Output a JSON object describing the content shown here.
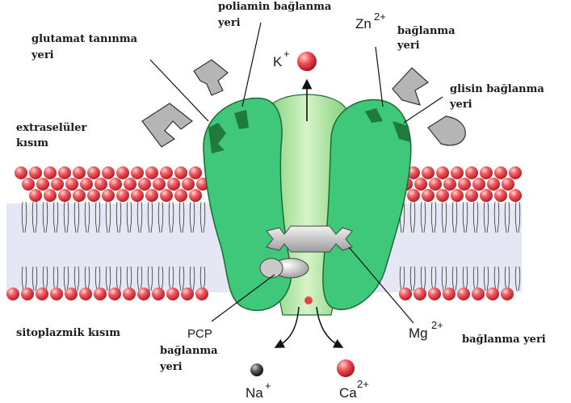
{
  "labels": {
    "glutamat": [
      "glutamat tanınma",
      "yeri"
    ],
    "poliamin": [
      "poliamin bağlanma",
      "yeri"
    ],
    "zn_ion": "Zn",
    "zn_charge": "2+",
    "zn_site": [
      "bağlanma",
      "yeri"
    ],
    "glisin": [
      "glisin bağlanma",
      "yeri"
    ],
    "extraselular": [
      "extraselüler",
      "kısım"
    ],
    "k_ion": "K",
    "k_charge": "+",
    "sitoplazmik": "sitoplazmik kısım",
    "pcp": [
      "PCP",
      "bağlanma",
      "yeri"
    ],
    "mg_ion": "Mg",
    "mg_charge": "2+",
    "mg_site": "bağlanma yeri",
    "na_ion": "Na",
    "na_charge": "+",
    "ca_ion": "Ca",
    "ca_charge": "2+"
  },
  "colors": {
    "receptor_green": "#3fc77a",
    "receptor_dark": "#1f7a3e",
    "pore_light": "#b8e8a0",
    "lipid_head": "#e8434a",
    "membrane_core": "#e6e7f5",
    "ligand_gray": "#b5b5b5",
    "ion_red": "#e8434a",
    "ion_dark": "#333333"
  }
}
